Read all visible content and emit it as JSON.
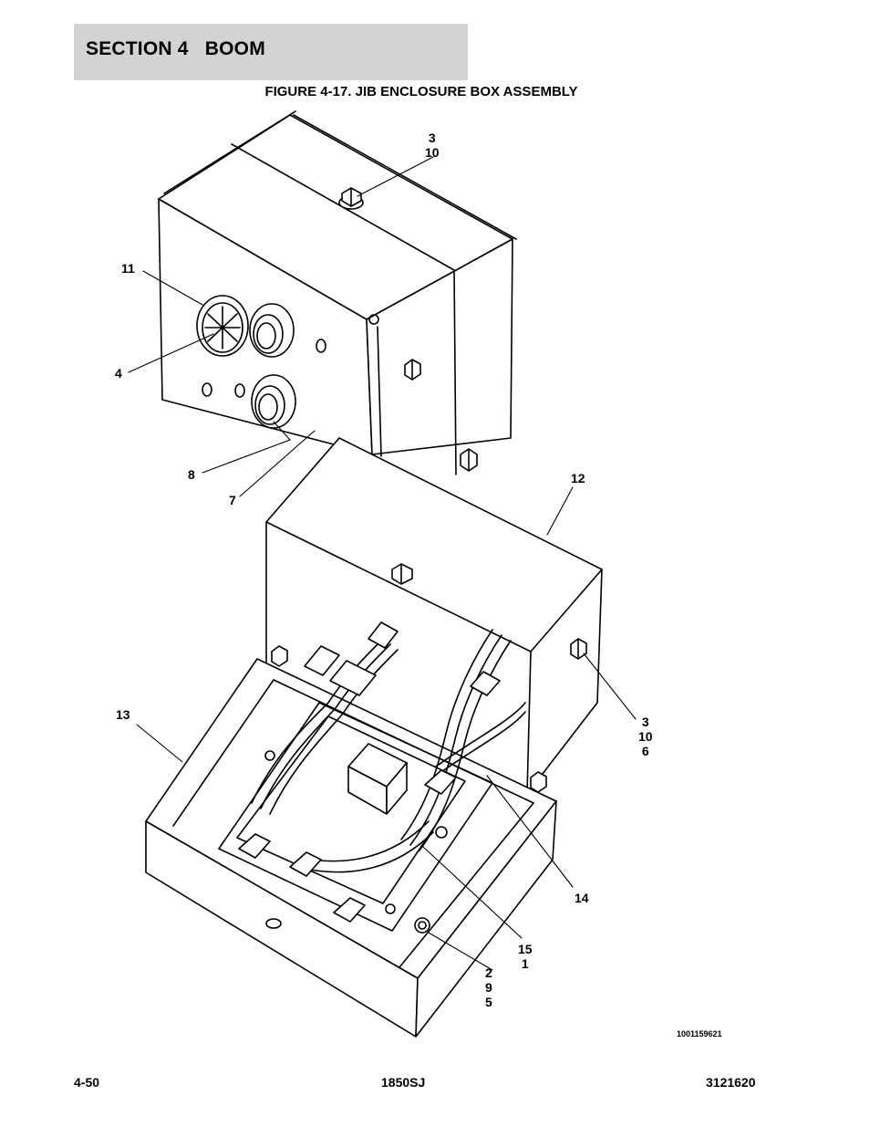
{
  "header": {
    "section": "SECTION 4",
    "title": "BOOM"
  },
  "figure_title": "FIGURE 4-17. JIB ENCLOSURE BOX ASSEMBLY",
  "callouts": {
    "c1": "3\n10",
    "c2": "11",
    "c3": "4",
    "c4": "8",
    "c5": "7",
    "c6": "12",
    "c7": "13",
    "c8": "3\n10\n6",
    "c9": "14",
    "c10": "15\n1",
    "c11": "2\n9\n5"
  },
  "drawing_id": "1001159621",
  "footer": {
    "page": "4-50",
    "model": "1850SJ",
    "doc_number": "3121620"
  }
}
